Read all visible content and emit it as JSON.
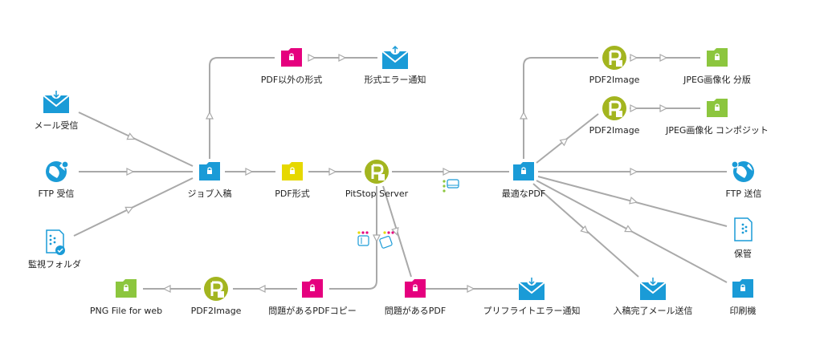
{
  "colors": {
    "connector": "#a9a9a9",
    "blue": "#1a9bd7",
    "magenta": "#e5007e",
    "yellow": "#e6d800",
    "green": "#8cc63e",
    "olive": "#a3b51f"
  },
  "nodes": {
    "mail_receive": {
      "label": "メール受信",
      "icon": "mail-download-icon"
    },
    "ftp_receive": {
      "label": "FTP 受信",
      "icon": "globe-download-icon"
    },
    "watch_folder": {
      "label": "監視フォルダ",
      "icon": "watch-folder-icon"
    },
    "job_intake": {
      "label": "ジョブ入稿",
      "icon": "folder-icon"
    },
    "non_pdf": {
      "label": "PDF以外の形式",
      "icon": "folder-icon"
    },
    "format_error_notify": {
      "label": "形式エラー通知",
      "icon": "mail-upload-icon"
    },
    "pdf_format": {
      "label": "PDF形式",
      "icon": "folder-icon"
    },
    "pitstop_server": {
      "label": "PitStop Server",
      "icon": "pitstop-icon"
    },
    "optimal_pdf": {
      "label": "最適なPDF",
      "icon": "folder-icon"
    },
    "pdf2image_top": {
      "label": "PDF2Image",
      "icon": "pdf2image-icon"
    },
    "jpeg_separation": {
      "label": "JPEG画像化 分版",
      "icon": "folder-icon"
    },
    "pdf2image_mid": {
      "label": "PDF2Image",
      "icon": "pdf2image-icon"
    },
    "jpeg_composite": {
      "label": "JPEG画像化 コンポジット",
      "icon": "folder-icon"
    },
    "ftp_send": {
      "label": "FTP 送信",
      "icon": "globe-upload-icon"
    },
    "archive": {
      "label": "保管",
      "icon": "archive-icon"
    },
    "printer": {
      "label": "印刷機",
      "icon": "folder-icon"
    },
    "intake_done_mail": {
      "label": "入稿完了メール送信",
      "icon": "mail-download-icon"
    },
    "problem_pdf": {
      "label": "問題があるPDF",
      "icon": "folder-icon"
    },
    "preflight_error": {
      "label": "プリフライトエラー通知",
      "icon": "mail-download-icon"
    },
    "problem_pdf_copy": {
      "label": "問題があるPDFコピー",
      "icon": "folder-icon"
    },
    "pdf2image_bottom": {
      "label": "PDF2Image",
      "icon": "pdf2image-icon"
    },
    "png_for_web": {
      "label": "PNG File for web",
      "icon": "folder-icon"
    }
  }
}
